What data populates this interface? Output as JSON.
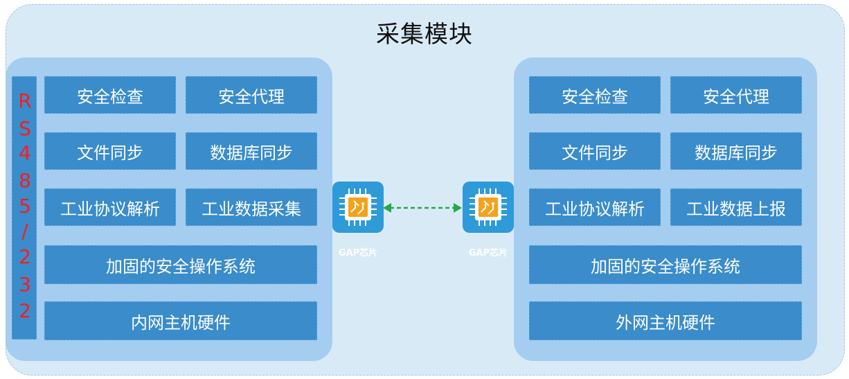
{
  "title": "采集模块",
  "left_panel": {
    "rs_label": [
      "R",
      "S",
      "4",
      "8",
      "5",
      "/",
      "2",
      "3",
      "2"
    ],
    "boxes": {
      "security_check": "安全检查",
      "security_proxy": "安全代理",
      "file_sync": "文件同步",
      "db_sync": "数据库同步",
      "protocol_parse": "工业协议解析",
      "data_collect": "工业数据采集",
      "hardened_os": "加固的安全操作系统",
      "host_hardware": "内网主机硬件"
    }
  },
  "right_panel": {
    "boxes": {
      "security_check": "安全检查",
      "security_proxy": "安全代理",
      "file_sync": "文件同步",
      "db_sync": "数据库同步",
      "protocol_parse": "工业协议解析",
      "data_report": "工业数据上报",
      "hardened_os": "加固的安全操作系统",
      "host_hardware": "外网主机硬件"
    }
  },
  "chips": {
    "left_label": "GAP芯片",
    "right_label": "GAP芯片"
  },
  "colors": {
    "outer_bg": "#d9eaf7",
    "panel_bg": "#a4cdf0",
    "box_bg": "#3a8ccb",
    "rs_text": "#ff1a1a",
    "chip_bg": "#2f9ad8",
    "chip_core": "#f5a21b",
    "arrow": "#22aa44"
  }
}
